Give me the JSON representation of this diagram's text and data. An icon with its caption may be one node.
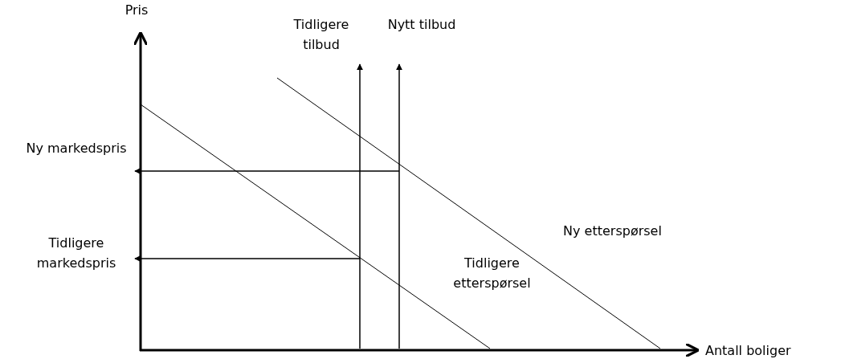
{
  "diagram": {
    "labels": [
      "Pris",
      "Tidligere tilbud",
      "Nytt tilbud",
      "Ny markedspris",
      "Tidligere markedspris",
      "Ny etterspørsel",
      "Tidligere etterspørsel",
      "Antall boliger"
    ]
  }
}
